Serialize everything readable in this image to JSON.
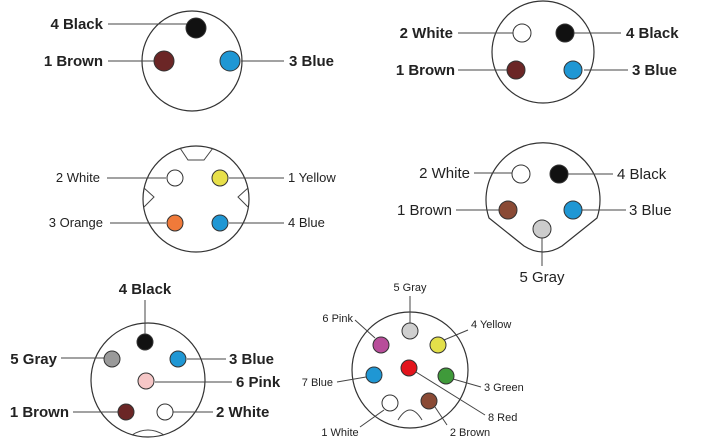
{
  "connectors": [
    {
      "id": "c1",
      "pins": [
        {
          "label": "4 Black",
          "color": "#111111"
        },
        {
          "label": "1 Brown",
          "color": "#6b2626"
        },
        {
          "label": "3 Blue",
          "color": "#1f97d4"
        }
      ]
    },
    {
      "id": "c2",
      "pins": [
        {
          "label": "2 White",
          "color": "#ffffff"
        },
        {
          "label": "4 Black",
          "color": "#111111"
        },
        {
          "label": "1 Brown",
          "color": "#6b2626"
        },
        {
          "label": "3 Blue",
          "color": "#1f97d4"
        }
      ]
    },
    {
      "id": "c3",
      "pins": [
        {
          "label": "2 White",
          "color": "#ffffff"
        },
        {
          "label": "1 Yellow",
          "color": "#e8e04a"
        },
        {
          "label": "3 Orange",
          "color": "#f07a3a"
        },
        {
          "label": "4 Blue",
          "color": "#1f97d4"
        }
      ]
    },
    {
      "id": "c4",
      "pins": [
        {
          "label": "2 White",
          "color": "#ffffff"
        },
        {
          "label": "4 Black",
          "color": "#111111"
        },
        {
          "label": "1 Brown",
          "color": "#8a4a35"
        },
        {
          "label": "3 Blue",
          "color": "#1f97d4"
        },
        {
          "label": "5 Gray",
          "color": "#cccccc"
        }
      ]
    },
    {
      "id": "c5",
      "pins": [
        {
          "label": "4 Black",
          "color": "#111111"
        },
        {
          "label": "5 Gray",
          "color": "#9a9a9a"
        },
        {
          "label": "3 Blue",
          "color": "#1f97d4"
        },
        {
          "label": "6 Pink",
          "color": "#f6c7c7"
        },
        {
          "label": "1 Brown",
          "color": "#6b2626"
        },
        {
          "label": "2 White",
          "color": "#ffffff"
        }
      ]
    },
    {
      "id": "c6",
      "pins": [
        {
          "label": "5 Gray",
          "color": "#cfcfcf"
        },
        {
          "label": "6 Pink",
          "color": "#b84d9a"
        },
        {
          "label": "4 Yellow",
          "color": "#e3e04a"
        },
        {
          "label": "7 Blue",
          "color": "#1f97d4"
        },
        {
          "label": "3 Green",
          "color": "#3f9a3a"
        },
        {
          "label": "8 Red",
          "color": "#e3141c"
        },
        {
          "label": "1 White",
          "color": "#ffffff"
        },
        {
          "label": "2 Brown",
          "color": "#8a4a35"
        }
      ]
    }
  ]
}
